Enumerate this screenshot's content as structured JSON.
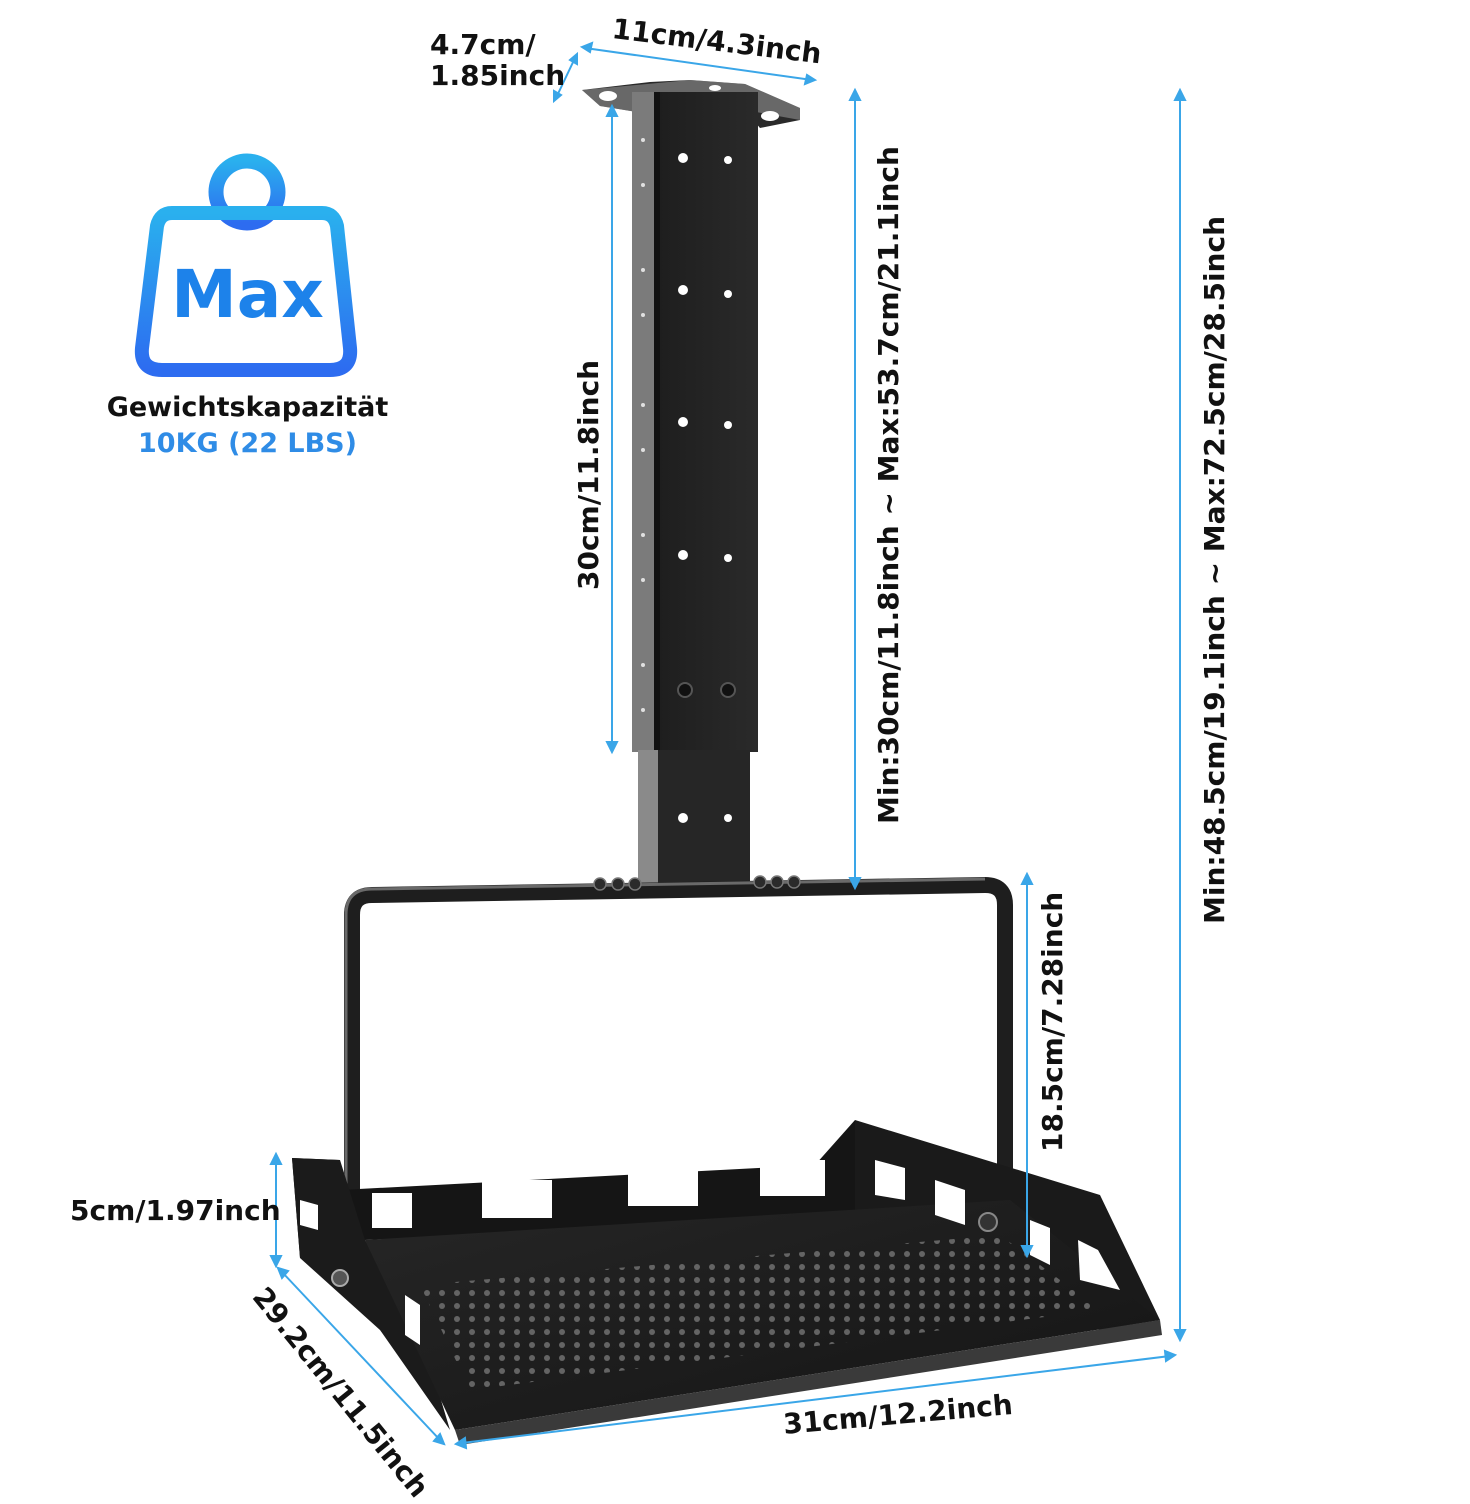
{
  "badge": {
    "icon": "weight-icon",
    "max_label": "Max",
    "capacity_title": "Gewichtskapazität",
    "capacity_value": "10KG (22 LBS)",
    "accent_color": "#1d82ea"
  },
  "dimensions": {
    "top_depth": "4.7cm/\n1.85inch",
    "top_width": "11cm/4.3inch",
    "upper_pole": "30cm/11.8inch",
    "pole_range": "Min:30cm/11.8inch ~ Max:53.7cm/21.1inch",
    "total_range": "Min:48.5cm/19.1inch ~ Max:72.5cm/28.5inch",
    "frame_height": "18.5cm/7.28inch",
    "tray_wall": "5cm/1.97inch",
    "tray_depth": "29.2cm/11.5inch",
    "tray_width": "31cm/12.2inch",
    "arrow_color": "#3aa6e8"
  }
}
